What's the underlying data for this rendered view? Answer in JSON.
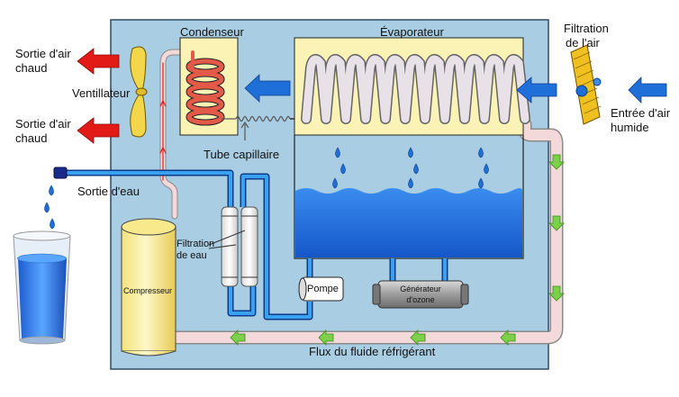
{
  "labels": {
    "condenser": "Condenseur",
    "evaporator": "Évaporateur",
    "air_filter_line1": "Filtration",
    "air_filter_line2": "de l'air",
    "hot_air_top_line1": "Sortie d'air",
    "hot_air_top_line2": "chaud",
    "hot_air_bottom_line1": "Sortie d'air",
    "hot_air_bottom_line2": "chaud",
    "fan": "Ventillateur",
    "humid_air_line1": "Entrée d'air",
    "humid_air_line2": "humide",
    "capillary": "Tube capillaire",
    "water_out": "Sortie d'eau",
    "water_filter_line1": "Filtration",
    "water_filter_line2": "de eau",
    "compressor": "Compresseur",
    "pump": "Pompe",
    "ozone_line1": "Générateur",
    "ozone_line2": "d'ozone",
    "refrigerant_flow": "Flux du fluide réfrigérant"
  },
  "colors": {
    "panel_bg": "#a9cde3",
    "box_yellow": "#fbf3b6",
    "water_blue": "#1c6fe0",
    "arrow_blue": "#1f6fd9",
    "arrow_red": "#e31b17",
    "pipe_pink": "#f3d9d9",
    "arrow_green": "#7dd14a"
  }
}
